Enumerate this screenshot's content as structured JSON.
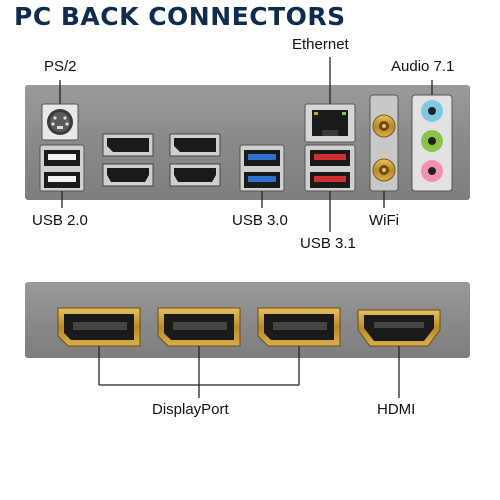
{
  "title": "PC BACK CONNECTORS",
  "labels": {
    "ps2": "PS/2",
    "ethernet": "Ethernet",
    "audio": "Audio 7.1",
    "usb20": "USB 2.0",
    "usb30": "USB 3.0",
    "usb31": "USB 3.1",
    "wifi": "WiFi",
    "displayport": "DisplayPort",
    "hdmi": "HDMI"
  },
  "colors": {
    "title": "#0e2c4e",
    "panel": "#8a8a8a",
    "usb30": "#2f6fd0",
    "usb31": "#d32f2f",
    "audio_blue": "#7ec8e3",
    "audio_green": "#8bc34a",
    "audio_pink": "#f48fb1",
    "gold": "#c9a227"
  }
}
